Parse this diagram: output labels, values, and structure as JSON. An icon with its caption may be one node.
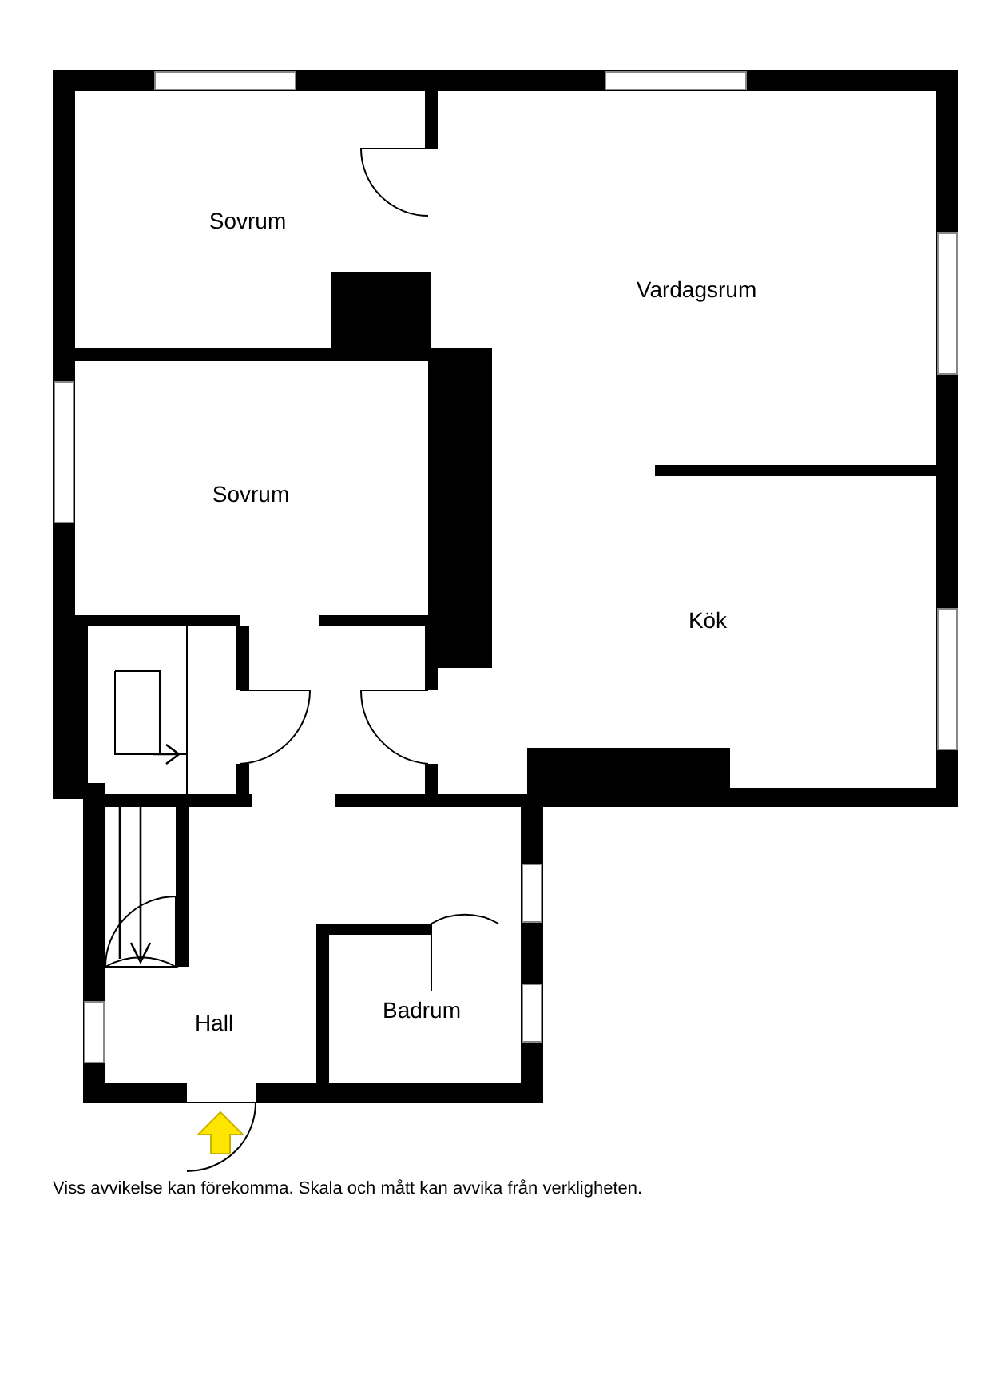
{
  "diagram": {
    "labels": [
      "Sovrum",
      "Vardagsrum",
      "Sovrum",
      "Kök",
      "Hall",
      "Badrum",
      "Viss avvikelse kan förekomma. Skala och mått kan avvika från verkligheten."
    ]
  }
}
